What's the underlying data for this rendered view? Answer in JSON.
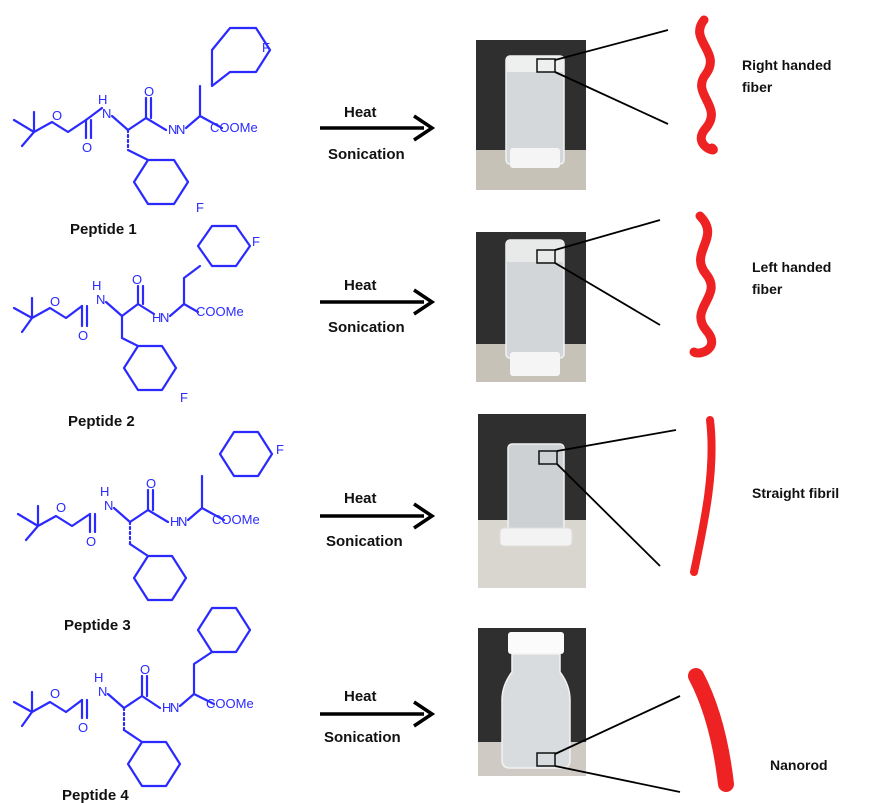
{
  "colors": {
    "molecule": "#2a2aff",
    "structure_fiber": "#ee2222",
    "arrow": "#000000",
    "text": "#111111"
  },
  "rows": [
    {
      "peptide_label": "Peptide 1",
      "step_top": "Heat",
      "step_bottom": "Sonication",
      "structure_label": [
        "Right handed",
        "fiber"
      ],
      "structure_type": "right-helix",
      "top_substituent": "F",
      "bottom_substituent": "F"
    },
    {
      "peptide_label": "Peptide 2",
      "step_top": "Heat",
      "step_bottom": "Sonication",
      "structure_label": [
        "Left handed",
        "fiber"
      ],
      "structure_type": "left-helix",
      "top_substituent": "F",
      "bottom_substituent": "F"
    },
    {
      "peptide_label": "Peptide 3",
      "step_top": "Heat",
      "step_bottom": "Sonication",
      "structure_label": [
        "Straight fibril"
      ],
      "structure_type": "straight-fibril",
      "top_substituent": "F",
      "bottom_substituent": ""
    },
    {
      "peptide_label": "Peptide 4",
      "step_top": "Heat",
      "step_bottom": "Sonication",
      "structure_label": [
        "Nanorod"
      ],
      "structure_type": "nanorod",
      "top_substituent": "",
      "bottom_substituent": ""
    }
  ],
  "atoms": {
    "ester": "COOMe",
    "amide_h": "H",
    "amine_n": "N",
    "oxygen": "O"
  }
}
